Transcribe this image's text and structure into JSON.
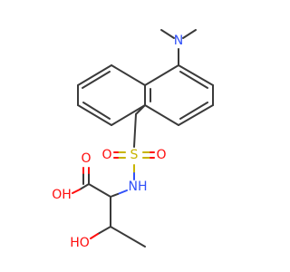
{
  "atoms": {
    "n_dimethyl": "N",
    "s": "S",
    "o_s_left": "O",
    "o_s_right": "O",
    "nh": "NH",
    "o_carbonyl": "O",
    "oh_acid": "OH",
    "ho_alcohol": "HO"
  },
  "colors": {
    "carbon": "#3a3a3a",
    "nitrogen": "#3050f8",
    "oxygen": "#ff0d0d",
    "sulfur": "#c8b400"
  }
}
